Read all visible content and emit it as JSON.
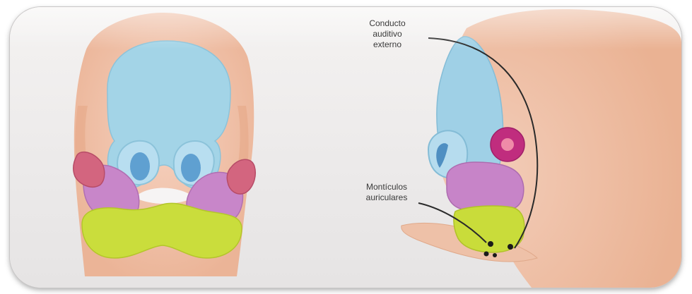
{
  "labels": {
    "conducto": {
      "line1": "Conducto",
      "line2": "auditivo",
      "line3": "externo"
    },
    "monticulos": {
      "line1": "Montículos",
      "line2": "auriculares"
    }
  },
  "colors": {
    "skin": "#efc3ac",
    "skin_dark": "#e7aa8e",
    "frontal_blue": "#9fd2e6",
    "nasal_pit": "#5e9fd0",
    "maxillary_purple": "#c784c8",
    "mandibular_green": "#c9dc3a",
    "auricle_pink": "#d2647f",
    "eye_magenta": "#c02c7e",
    "eye_center": "#ef8aa8",
    "leader_line": "#2a2a2a"
  },
  "icons": {
    "hillock_marker": "filled-dot"
  }
}
